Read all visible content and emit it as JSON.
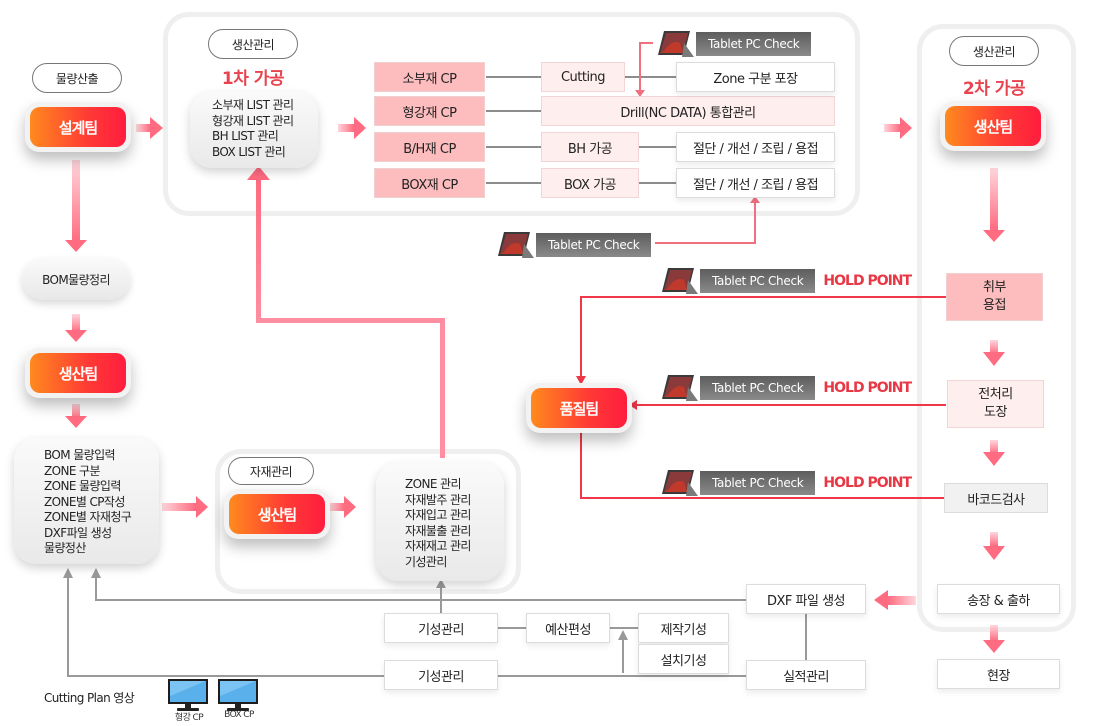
{
  "diagram": {
    "colors": {
      "accent_red": "#e8434f",
      "arrow_pink": "#ff6b80",
      "team_gradient_start": "#ff8a1e",
      "team_gradient_end": "#ff1d3e",
      "cp_pink": "#fdbdbe",
      "pale_pink": "#ffeeee",
      "connector_grey": "#999999",
      "tablet_label_grey": "#6e6e6e"
    },
    "quantity": {
      "section_label": "물량산출",
      "team": "설계팀",
      "bom_cleanup": "BOM물량정리",
      "team2": "생산팀",
      "tasks": [
        "BOM 물량입력",
        "ZONE 구분",
        "ZONE 물량입력",
        "ZONE별 CP작성",
        "ZONE별 자재청구",
        "DXF파일 생성",
        "물량정산"
      ]
    },
    "stage1": {
      "section_label": "생산관리",
      "heading": "1차 가공",
      "tasks": [
        "소부재 LIST 관리",
        "형강재 LIST 관리",
        "BH LIST 관리",
        "BOX LIST 관리"
      ],
      "cp_rows": [
        {
          "cp": "소부재 CP",
          "process": "Cutting",
          "result": "Zone 구분 포장"
        },
        {
          "cp": "형강재 CP",
          "process": "Drill(NC DATA) 통합관리",
          "result": ""
        },
        {
          "cp": "B/H재 CP",
          "process": "BH 가공",
          "result": "절단 / 개선 / 조립 / 용접"
        },
        {
          "cp": "BOX재 CP",
          "process": "BOX 가공",
          "result": "절단 / 개선 / 조립 / 용접"
        }
      ],
      "tablet_check_top": "Tablet PC Check",
      "tablet_check_bottom": "Tablet PC Check"
    },
    "stage2": {
      "section_label": "생산관리",
      "heading": "2차 가공",
      "team": "생산팀",
      "steps": [
        {
          "line1": "취부",
          "line2": "용접"
        },
        {
          "line1": "전처리",
          "line2": "도장"
        },
        {
          "line1": "바코드검사",
          "line2": ""
        },
        {
          "line1": "송장 & 출하",
          "line2": ""
        }
      ],
      "site": "현장"
    },
    "quality": {
      "team": "품질팀",
      "checks": [
        {
          "label": "Tablet PC Check",
          "hold": "HOLD POINT"
        },
        {
          "label": "Tablet PC Check",
          "hold": "HOLD POINT"
        },
        {
          "label": "Tablet PC Check",
          "hold": "HOLD POINT"
        }
      ]
    },
    "material": {
      "section_label": "자재관리",
      "team": "생산팀",
      "tasks": [
        "ZONE 관리",
        "자재발주 관리",
        "자재입고 관리",
        "자재불출 관리",
        "자재재고 관리",
        "기성관리"
      ]
    },
    "bottom": {
      "progress_mgmt_1": "기성관리",
      "budget": "예산편성",
      "production_progress": "제작기성",
      "installation_progress": "설치기성",
      "progress_mgmt_2": "기성관리",
      "dxf": "DXF 파일 생성",
      "performance": "실적관리"
    },
    "cutting_plan": {
      "caption": "Cutting Plan 영상",
      "monitors": [
        "형강 CP",
        "BOX CP"
      ]
    }
  }
}
